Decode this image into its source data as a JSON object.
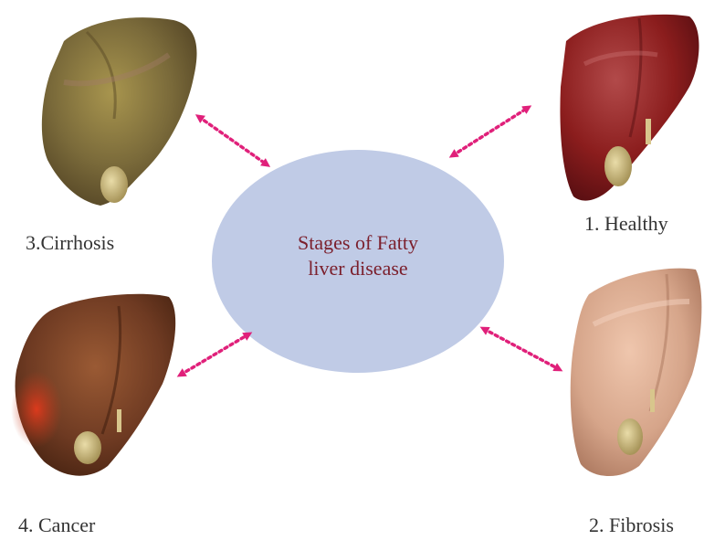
{
  "center": {
    "title_line1": "Stages of Fatty",
    "title_line2": "liver disease",
    "fill": "#c0cbe6",
    "text_color": "#7b1f2c"
  },
  "stages": [
    {
      "label": "1. Healthy",
      "icon": "healthy-liver-icon",
      "color": "#8b1d1d"
    },
    {
      "label": "2. Fibrosis",
      "icon": "fibrosis-liver-icon",
      "color": "#d6a58a"
    },
    {
      "label": "3.Cirrhosis",
      "icon": "cirrhosis-liver-icon",
      "color": "#7a6a3a"
    },
    {
      "label": "4. Cancer",
      "icon": "cancer-liver-icon",
      "color": "#6e3a22"
    }
  ],
  "arrow_color": "#e0207a"
}
